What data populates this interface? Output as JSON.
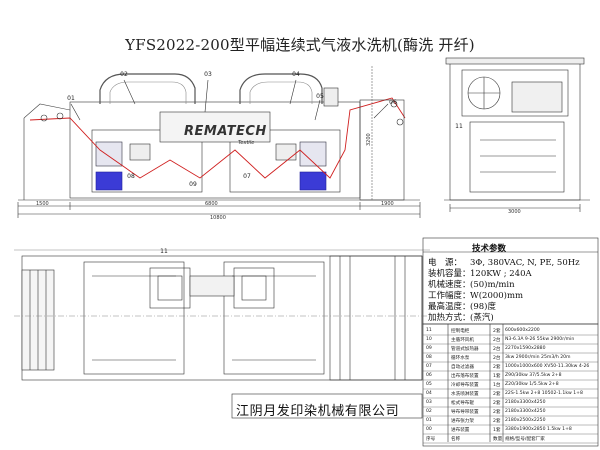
{
  "title": "YFS2022-200型平幅连续式气液水洗机(酶洗 开纤)",
  "company": "江阴月发印染机械有限公司",
  "logo_text": "REMATECH",
  "logo_small": "Textile",
  "dimensions": {
    "d1500": "1500",
    "d6800": "6800",
    "d1900": "1900",
    "d10800": "10800",
    "d3000": "3000",
    "d3200": "3200"
  },
  "callouts": {
    "c01": "01",
    "c02": "02",
    "c03": "03",
    "c04": "04",
    "c05": "05",
    "c06": "06",
    "c07": "07",
    "c08": "08",
    "c09": "09",
    "c11a": "11",
    "c11b": "11"
  },
  "specs": {
    "header": "技术参数",
    "rows": [
      {
        "label": "电　源",
        "value": "3Φ, 380VAC, N, PE, 50Hz"
      },
      {
        "label": "装机容量",
        "value": "120KW ; 240A"
      },
      {
        "label": "机械速度",
        "value": "(50)m/min"
      },
      {
        "label": "工作幅度",
        "value": "W(2000)mm"
      },
      {
        "label": "最高温度",
        "value": "(98)度"
      },
      {
        "label": "加热方式",
        "value": "(蒸汽)"
      }
    ]
  },
  "bom": [
    {
      "no": "11",
      "name": "控制电柜",
      "qty": "2套",
      "spec": "600x600x2200"
    },
    {
      "no": "10",
      "name": "主循环风机",
      "qty": "2台",
      "spec": "N3-6.3A 9-26 55kw 2900r/min"
    },
    {
      "no": "09",
      "name": "管道式加热器",
      "qty": "2台",
      "spec": "2270x1590x2880"
    },
    {
      "no": "08",
      "name": "循环水泵",
      "qty": "2台",
      "spec": "3kw 2900r/min 25m3/h 20m"
    },
    {
      "no": "07",
      "name": "自动过滤器",
      "qty": "2套",
      "spec": "1000x1000x600 XV50-11.30kw 4-26"
    },
    {
      "no": "06",
      "name": "出布落布装置",
      "qty": "1套",
      "spec": "Z90/30kw  37/5.5kw 2+8"
    },
    {
      "no": "05",
      "name": "冷却导布装置",
      "qty": "1台",
      "spec": "Z20/30kw 1/5.5kw 2+8"
    },
    {
      "no": "04",
      "name": "水洗喷淋装置",
      "qty": "2套",
      "spec": "22S-1.5kw 2+8  10502-1.1kw 1+8"
    },
    {
      "no": "03",
      "name": "松式导布辊",
      "qty": "2套",
      "spec": "2180x3300x4250"
    },
    {
      "no": "02",
      "name": "导布导带装置",
      "qty": "2套",
      "spec": "2180x3300x4250"
    },
    {
      "no": "01",
      "name": "进布张力架",
      "qty": "2套",
      "spec": "2180x2500x2250"
    },
    {
      "no": "00",
      "name": "进布装置",
      "qty": "1套",
      "spec": "3380x1900x2850 1.5kw 1+8"
    },
    {
      "no": "序号",
      "name": "名称",
      "qty": "数量",
      "spec": "规格/型号/配套厂家"
    }
  ]
}
